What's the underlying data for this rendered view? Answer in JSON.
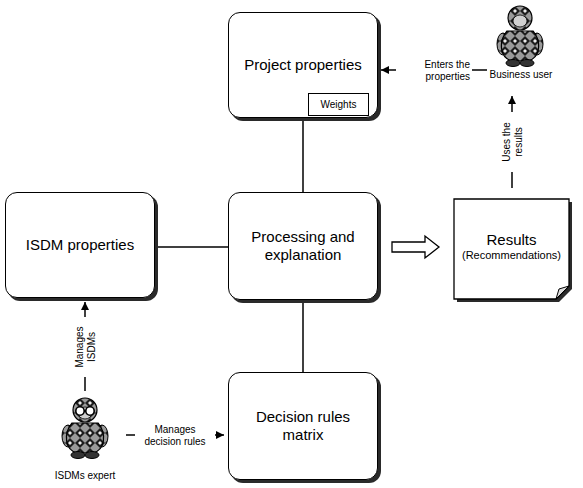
{
  "diagram": {
    "nodes": [
      {
        "text": [
          "Project properties"
        ]
      },
      {
        "text": [
          "Weights"
        ],
        "in": 0
      },
      {
        "text": [
          "Business user"
        ]
      },
      {
        "text": [
          "ISDM properties"
        ]
      },
      {
        "text": [
          "Processing and explanation"
        ]
      },
      {
        "text": [
          "Results",
          "(Recommendations)"
        ]
      },
      {
        "text": [
          "ISDMs expert"
        ]
      },
      {
        "text": [
          "Decision rules matrix"
        ]
      }
    ],
    "edges": [
      {
        "from": 0,
        "to": 4,
        "arrow": "none"
      },
      {
        "from": 2,
        "to": 0,
        "arrow": "to",
        "label": "Enters the properties"
      },
      {
        "from": 3,
        "to": 4,
        "arrow": "none"
      },
      {
        "from": 4,
        "to": 5,
        "arrow": "to"
      },
      {
        "from": 5,
        "to": 2,
        "arrow": "to",
        "label": "Uses the results"
      },
      {
        "from": 6,
        "to": 3,
        "arrow": "to",
        "label": "Manages ISDMs"
      },
      {
        "from": 6,
        "to": 7,
        "arrow": "to",
        "label": "Manages decision rules"
      },
      {
        "from": 4,
        "to": 7,
        "arrow": "none"
      }
    ]
  }
}
